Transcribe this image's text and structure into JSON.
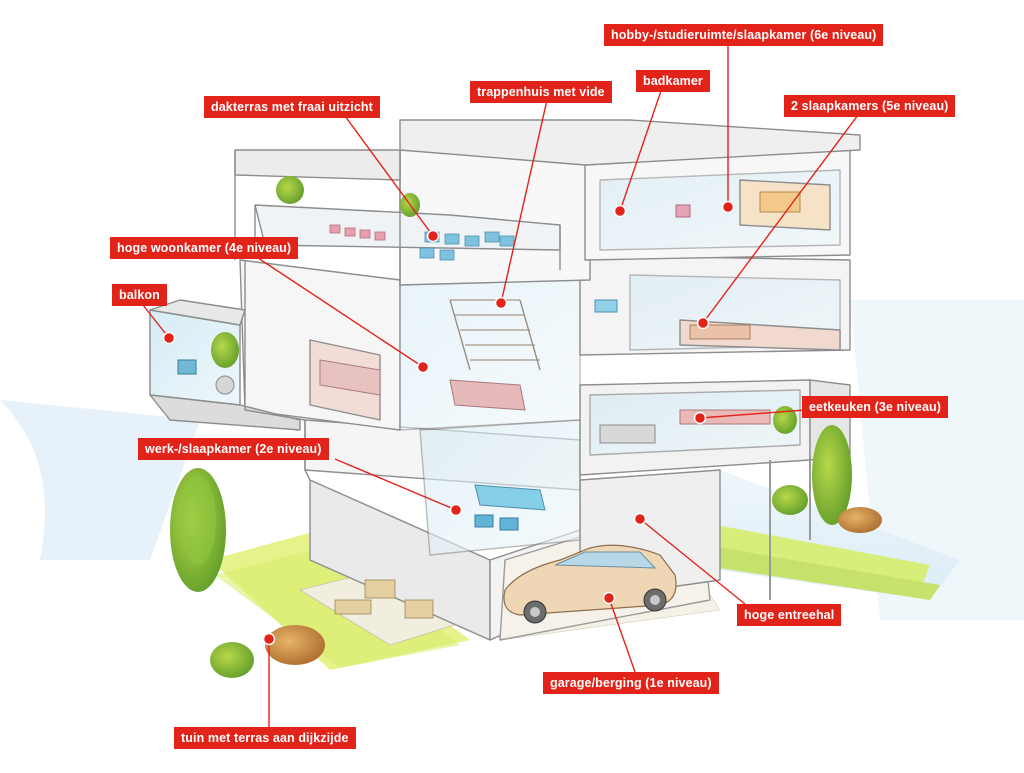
{
  "labels": {
    "hobby": "hobby-/studieruimte/slaapkamer (6e niveau)",
    "badkamer": "badkamer",
    "trappenhuis": "trappenhuis met vide",
    "dakterras": "dakterras met fraai uitzicht",
    "slaapkamers": "2 slaapkamers (5e niveau)",
    "woonkamer": "hoge woonkamer (4e niveau)",
    "balkon": "balkon",
    "eetkeuken": "eetkeuken (3e niveau)",
    "werk": "werk-/slaapkamer (2e niveau)",
    "entreehal": "hoge entreehal",
    "garage": "garage/berging (1e niveau)",
    "tuin": "tuin met terras aan dijkzijde"
  },
  "colors": {
    "accent": "#e2231a",
    "label_text": "#ffffff",
    "background": "#ffffff"
  }
}
